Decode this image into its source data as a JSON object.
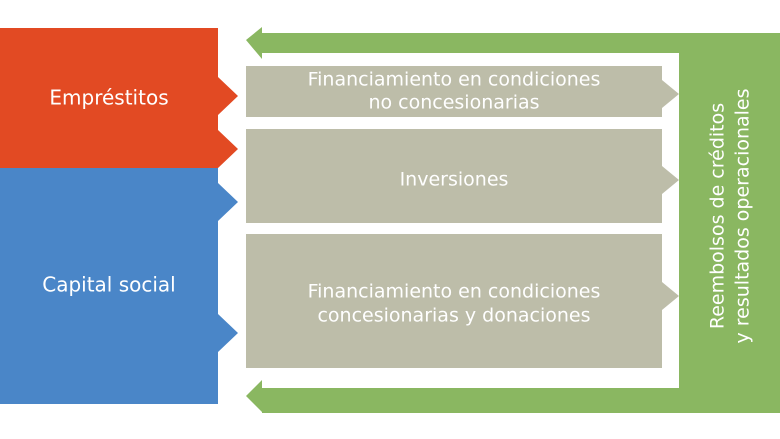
{
  "colors": {
    "prestamos": "#e24a23",
    "capital": "#4a86c8",
    "flujo": "#bdbda9",
    "retorno": "#8ab761",
    "texto": "#ffffff"
  },
  "sources": {
    "emprestitos": "Empréstitos",
    "capital_social": "Capital social"
  },
  "uses": {
    "no_concesional": [
      "Financiamiento en condiciones",
      "no concesionarias"
    ],
    "inversiones": "Inversiones",
    "concesional": [
      "Financiamiento en condiciones",
      "concesionarias y donaciones"
    ]
  },
  "returns": {
    "lines": [
      "Reembolsos de créditos",
      "y resultados operacionales"
    ]
  }
}
